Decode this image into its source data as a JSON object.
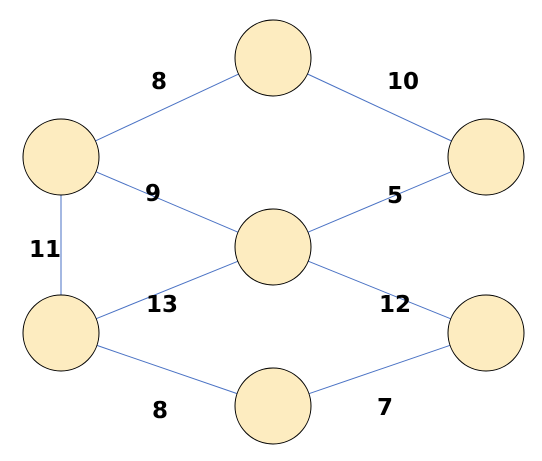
{
  "nodes": [
    {
      "id": "top"
    },
    {
      "id": "upper-left"
    },
    {
      "id": "upper-right"
    },
    {
      "id": "center"
    },
    {
      "id": "lower-left"
    },
    {
      "id": "lower-right"
    },
    {
      "id": "bottom"
    }
  ],
  "edges": [
    {
      "from": "upper-left",
      "to": "top",
      "weight": "8"
    },
    {
      "from": "top",
      "to": "upper-right",
      "weight": "10"
    },
    {
      "from": "upper-left",
      "to": "center",
      "weight": "9"
    },
    {
      "from": "center",
      "to": "upper-right",
      "weight": "5"
    },
    {
      "from": "upper-left",
      "to": "lower-left",
      "weight": "11"
    },
    {
      "from": "lower-left",
      "to": "center",
      "weight": "13"
    },
    {
      "from": "center",
      "to": "lower-right",
      "weight": "12"
    },
    {
      "from": "lower-left",
      "to": "bottom",
      "weight": "8"
    },
    {
      "from": "bottom",
      "to": "lower-right",
      "weight": "7"
    }
  ],
  "colors": {
    "node_fill": "#fdecc0",
    "node_stroke": "#000000",
    "edge_stroke": "#4a72c4",
    "label_text": "#000000"
  }
}
